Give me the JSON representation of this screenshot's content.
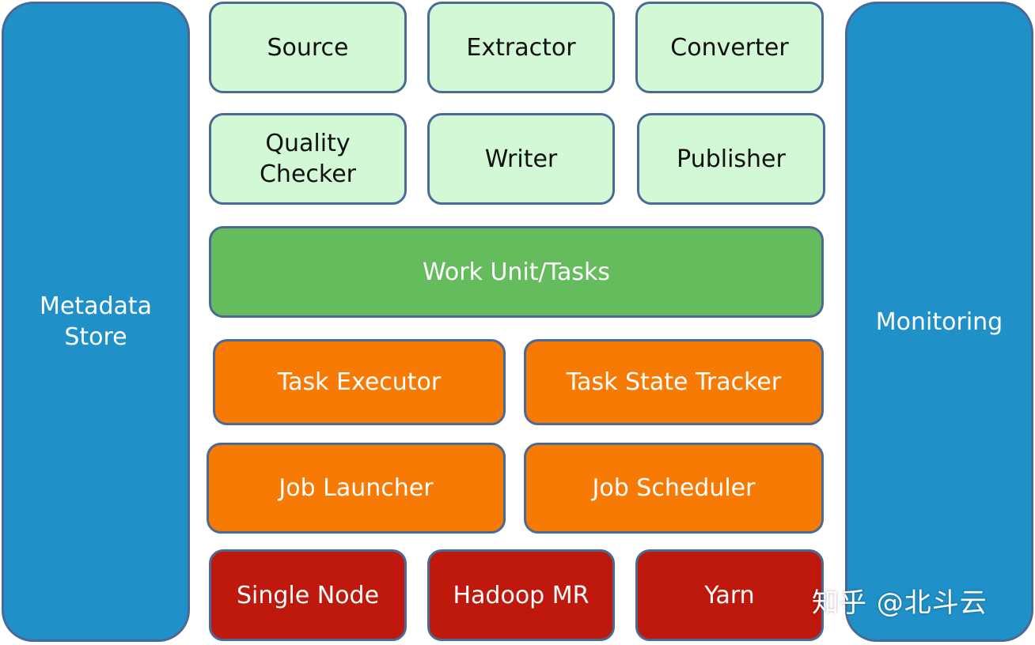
{
  "diagram": {
    "sidebars": {
      "left": "Metadata\nStore",
      "right": "Monitoring"
    },
    "row1": [
      "Source",
      "Extractor",
      "Converter"
    ],
    "row2": [
      "Quality\nChecker",
      "Writer",
      "Publisher"
    ],
    "row3": "Work Unit/Tasks",
    "row4": [
      "Task Executor",
      "Task State Tracker"
    ],
    "row5": [
      "Job Launcher",
      "Job Scheduler"
    ],
    "row6": [
      "Single Node",
      "Hadoop MR",
      "Yarn"
    ]
  },
  "watermark": "知乎 @北斗云",
  "colors": {
    "light_green": "#d2f8d5",
    "green": "#64bc5c",
    "orange": "#f77a05",
    "red": "#bf180c",
    "blue": "#2090c9",
    "border": "#4a6a96"
  }
}
